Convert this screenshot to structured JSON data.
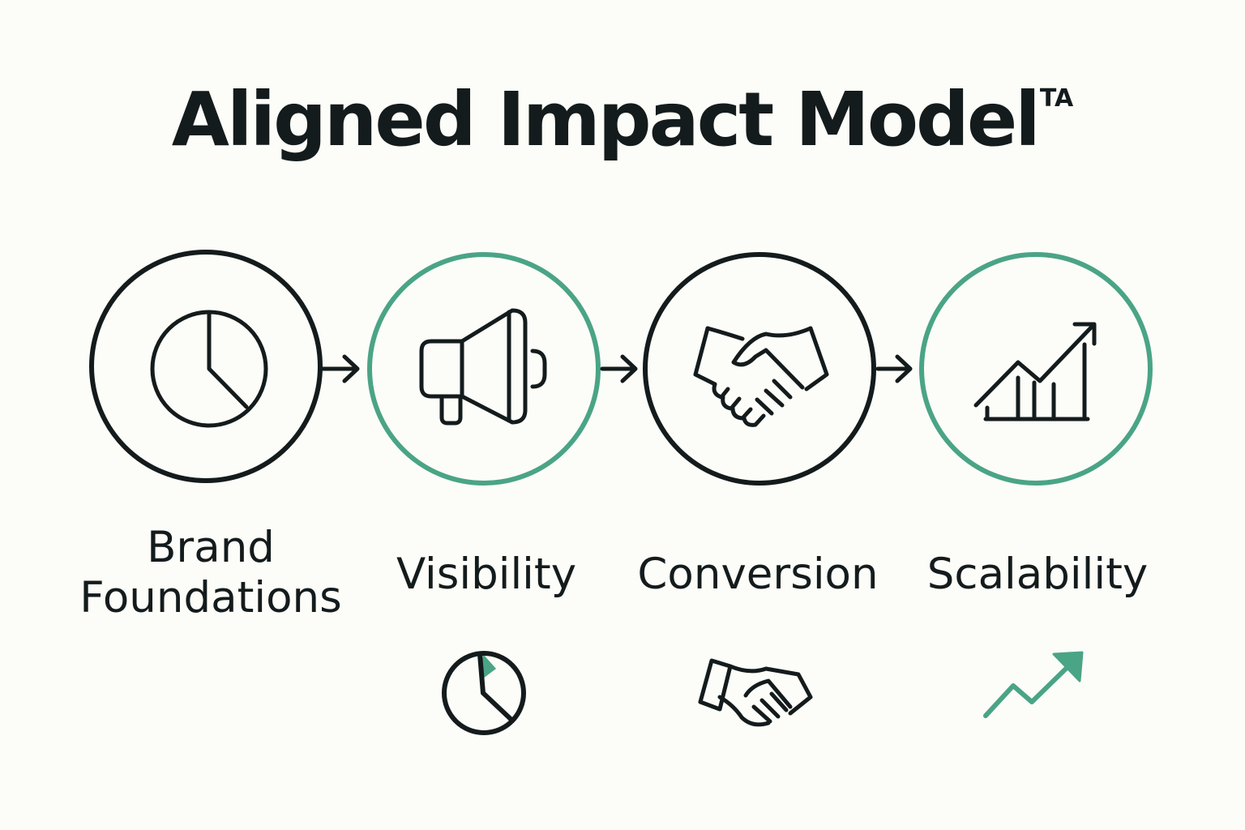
{
  "title": {
    "text": "Aligned Impact Model",
    "mark": "TA"
  },
  "colors": {
    "ink": "#141b1c",
    "accent": "#4aa486",
    "background": "#fcfcf8"
  },
  "stages": [
    {
      "label": "Brand\nFoundations",
      "icon": "pie-chart-icon",
      "ring_color": "ink"
    },
    {
      "label": "Visibility",
      "icon": "megaphone-icon",
      "ring_color": "accent"
    },
    {
      "label": "Conversion",
      "icon": "handshake-icon",
      "ring_color": "ink"
    },
    {
      "label": "Scalability",
      "icon": "growth-chart-icon",
      "ring_color": "accent"
    }
  ],
  "connectors": [
    "arrow-right-icon",
    "arrow-right-icon",
    "arrow-right-icon"
  ],
  "secondary_icons": [
    "pie-chart-icon",
    "handshake-icon",
    "trend-up-arrow-icon"
  ]
}
